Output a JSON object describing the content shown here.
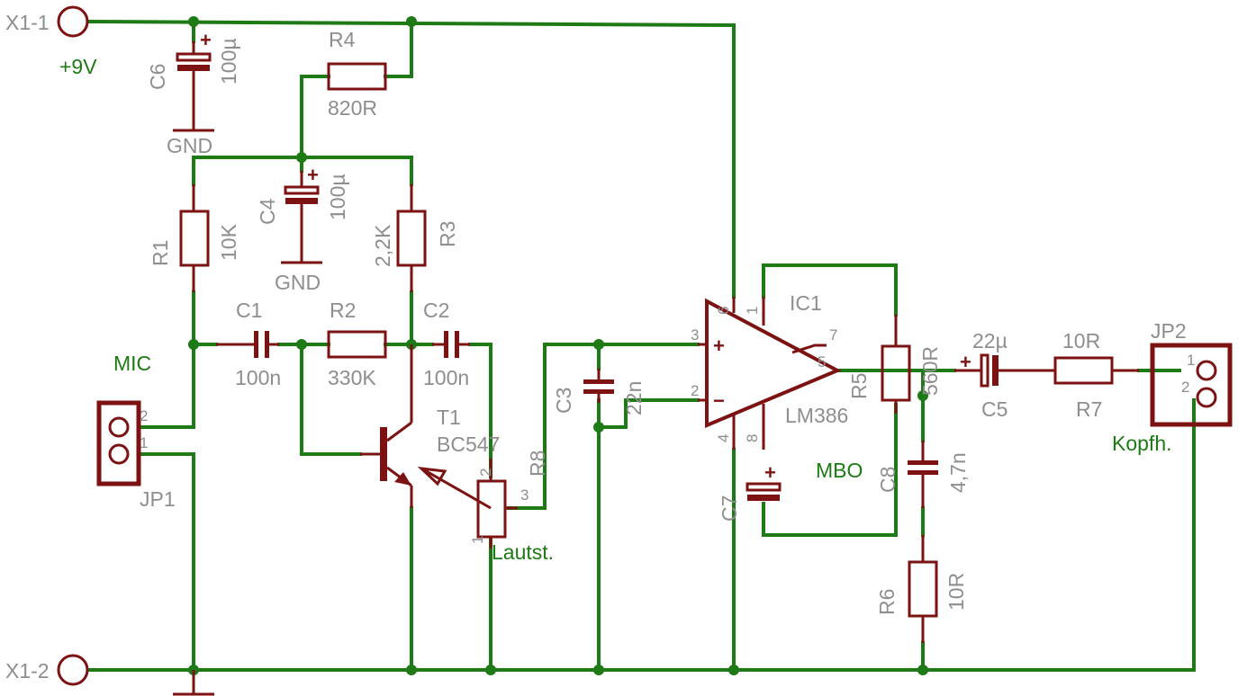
{
  "terminals": {
    "x1_1": "X1-1",
    "x1_2": "X1-2"
  },
  "nets": {
    "vcc": "+9V",
    "mic": "MIC",
    "mbo": "MBO",
    "kopfh": "Kopfh.",
    "lautst": "Lautst."
  },
  "gnd": {
    "label": "GND"
  },
  "plus": "+",
  "minus": "−",
  "parts": {
    "c6": {
      "name": "C6",
      "value": "100µ"
    },
    "c4": {
      "name": "C4",
      "value": "100µ"
    },
    "r4": {
      "name": "R4",
      "value": "820R"
    },
    "r1": {
      "name": "R1",
      "value": "10K"
    },
    "r3": {
      "name": "R3",
      "value": "2,2K"
    },
    "c1": {
      "name": "C1",
      "value": "100n"
    },
    "r2": {
      "name": "R2",
      "value": "330K"
    },
    "c2": {
      "name": "C2",
      "value": "100n"
    },
    "t1": {
      "name": "T1",
      "value": "BC547"
    },
    "r8": {
      "name": "R8"
    },
    "c3": {
      "name": "C3",
      "value": "22n"
    },
    "ic1": {
      "name": "IC1",
      "value": "LM386"
    },
    "c7": {
      "name": "C7"
    },
    "r5": {
      "name": "R5",
      "value": "560R"
    },
    "c8": {
      "name": "C8",
      "value": "4,7n"
    },
    "r6": {
      "name": "R6",
      "value": "10R"
    },
    "c5": {
      "name": "C5",
      "value": "22µ"
    },
    "r7": {
      "name": "R7",
      "value": "10R"
    },
    "jp1": {
      "name": "JP1"
    },
    "jp2": {
      "name": "JP2"
    }
  },
  "pins": {
    "p1": "1",
    "p2": "2",
    "p3": "3",
    "p4": "4",
    "p5": "5",
    "p6": "6",
    "p7": "7",
    "p8": "8"
  }
}
